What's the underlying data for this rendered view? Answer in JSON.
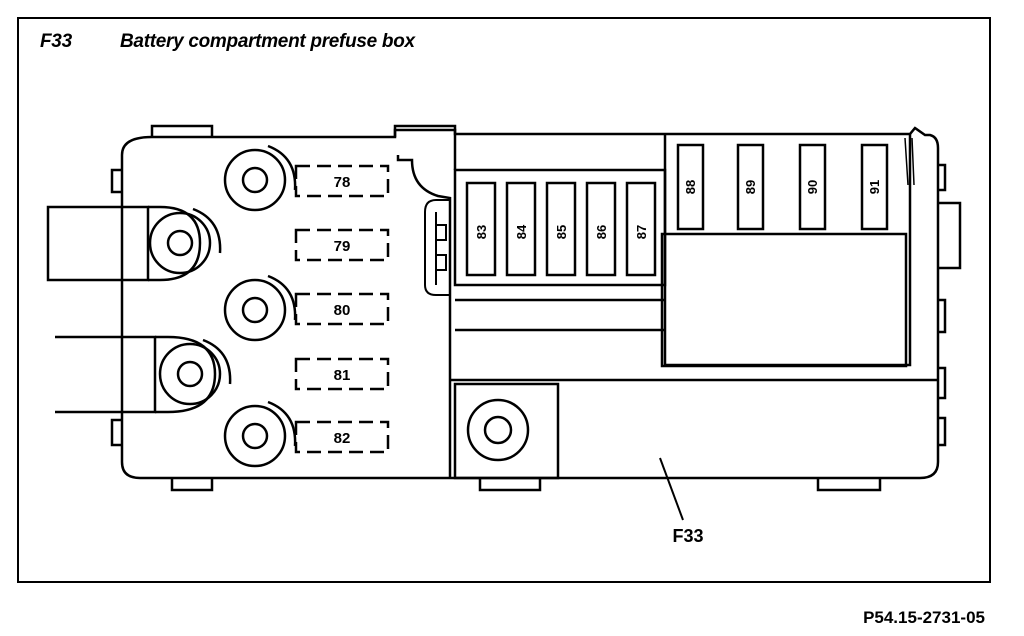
{
  "header": {
    "code": "F33",
    "title": "Battery compartment prefuse box"
  },
  "reference": "P54.15-2731-05",
  "callout": "F33",
  "left_fuses": [
    "78",
    "79",
    "80",
    "81",
    "82"
  ],
  "mid_fuses": [
    "83",
    "84",
    "85",
    "86",
    "87"
  ],
  "top_fuses": [
    "88",
    "89",
    "90",
    "91"
  ]
}
